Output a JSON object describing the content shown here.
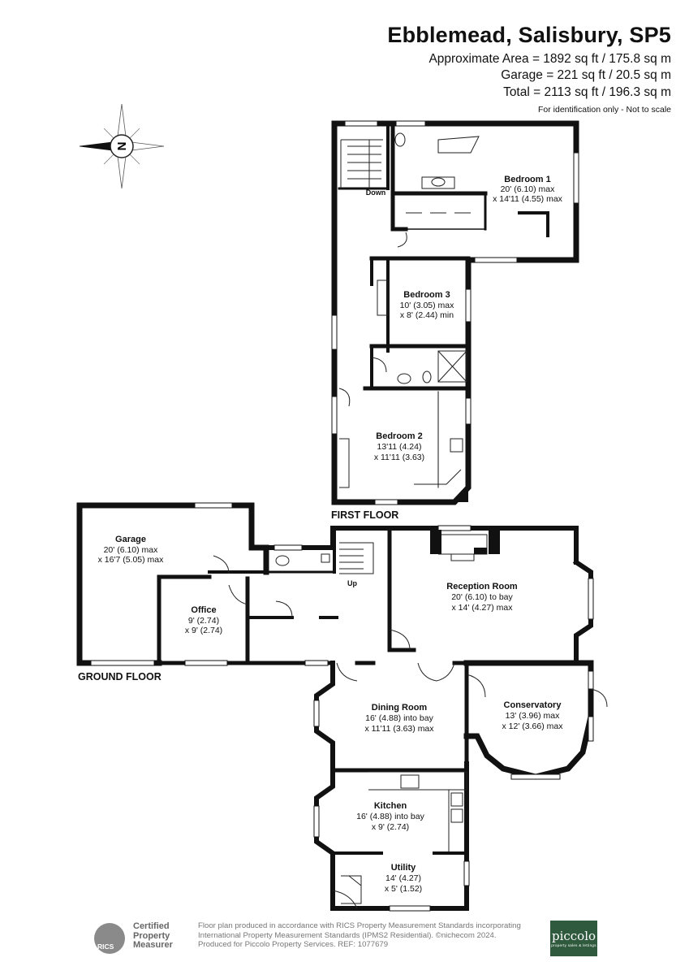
{
  "header": {
    "title": "Ebblemead, Salisbury, SP5",
    "area_lines": [
      "Approximate Area = 1892 sq ft / 175.8 sq m",
      "Garage = 221 sq ft / 20.5 sq m",
      "Total = 2113 sq ft / 196.3 sq m"
    ],
    "disclaimer": "For identification only - Not to scale"
  },
  "compass": {
    "letter": "N"
  },
  "floors": {
    "first": "FIRST FLOOR",
    "ground": "GROUND FLOOR"
  },
  "stairs": {
    "down": "Down",
    "up": "Up"
  },
  "rooms": {
    "bedroom1": {
      "name": "Bedroom 1",
      "dim1": "20' (6.10) max",
      "dim2": "x 14'11 (4.55) max"
    },
    "bedroom3": {
      "name": "Bedroom 3",
      "dim1": "10' (3.05) max",
      "dim2": "x 8' (2.44) min"
    },
    "bedroom2": {
      "name": "Bedroom 2",
      "dim1": "13'11 (4.24)",
      "dim2": "x 11'11 (3.63)"
    },
    "garage": {
      "name": "Garage",
      "dim1": "20' (6.10) max",
      "dim2": "x 16'7 (5.05) max"
    },
    "office": {
      "name": "Office",
      "dim1": "9' (2.74)",
      "dim2": "x 9' (2.74)"
    },
    "reception": {
      "name": "Reception Room",
      "dim1": "20' (6.10) to bay",
      "dim2": "x 14' (4.27) max"
    },
    "dining": {
      "name": "Dining Room",
      "dim1": "16' (4.88) into bay",
      "dim2": "x 11'11 (3.63) max"
    },
    "conservatory": {
      "name": "Conservatory",
      "dim1": "13' (3.96) max",
      "dim2": "x 12' (3.66) max"
    },
    "kitchen": {
      "name": "Kitchen",
      "dim1": "16' (4.88) into bay",
      "dim2": "x 9' (2.74)"
    },
    "utility": {
      "name": "Utility",
      "dim1": "14' (4.27)",
      "dim2": "x 5' (1.52)"
    }
  },
  "footer": {
    "rics_letters": "RICS",
    "rics_text": [
      "Certified",
      "Property",
      "Measurer"
    ],
    "notes": [
      "Floor plan produced in accordance with RICS Property Measurement Standards incorporating",
      "International Property Measurement Standards (IPMS2 Residential).  ©nichecom 2024.",
      "Produced for Piccolo Property Services.   REF:  1077679"
    ],
    "brand": "piccolo",
    "brand_sub": "property sales & lettings"
  },
  "colors": {
    "wall": "#111111",
    "window": "#ffffff",
    "text": "#111111",
    "brand": "#2f5a3e"
  }
}
